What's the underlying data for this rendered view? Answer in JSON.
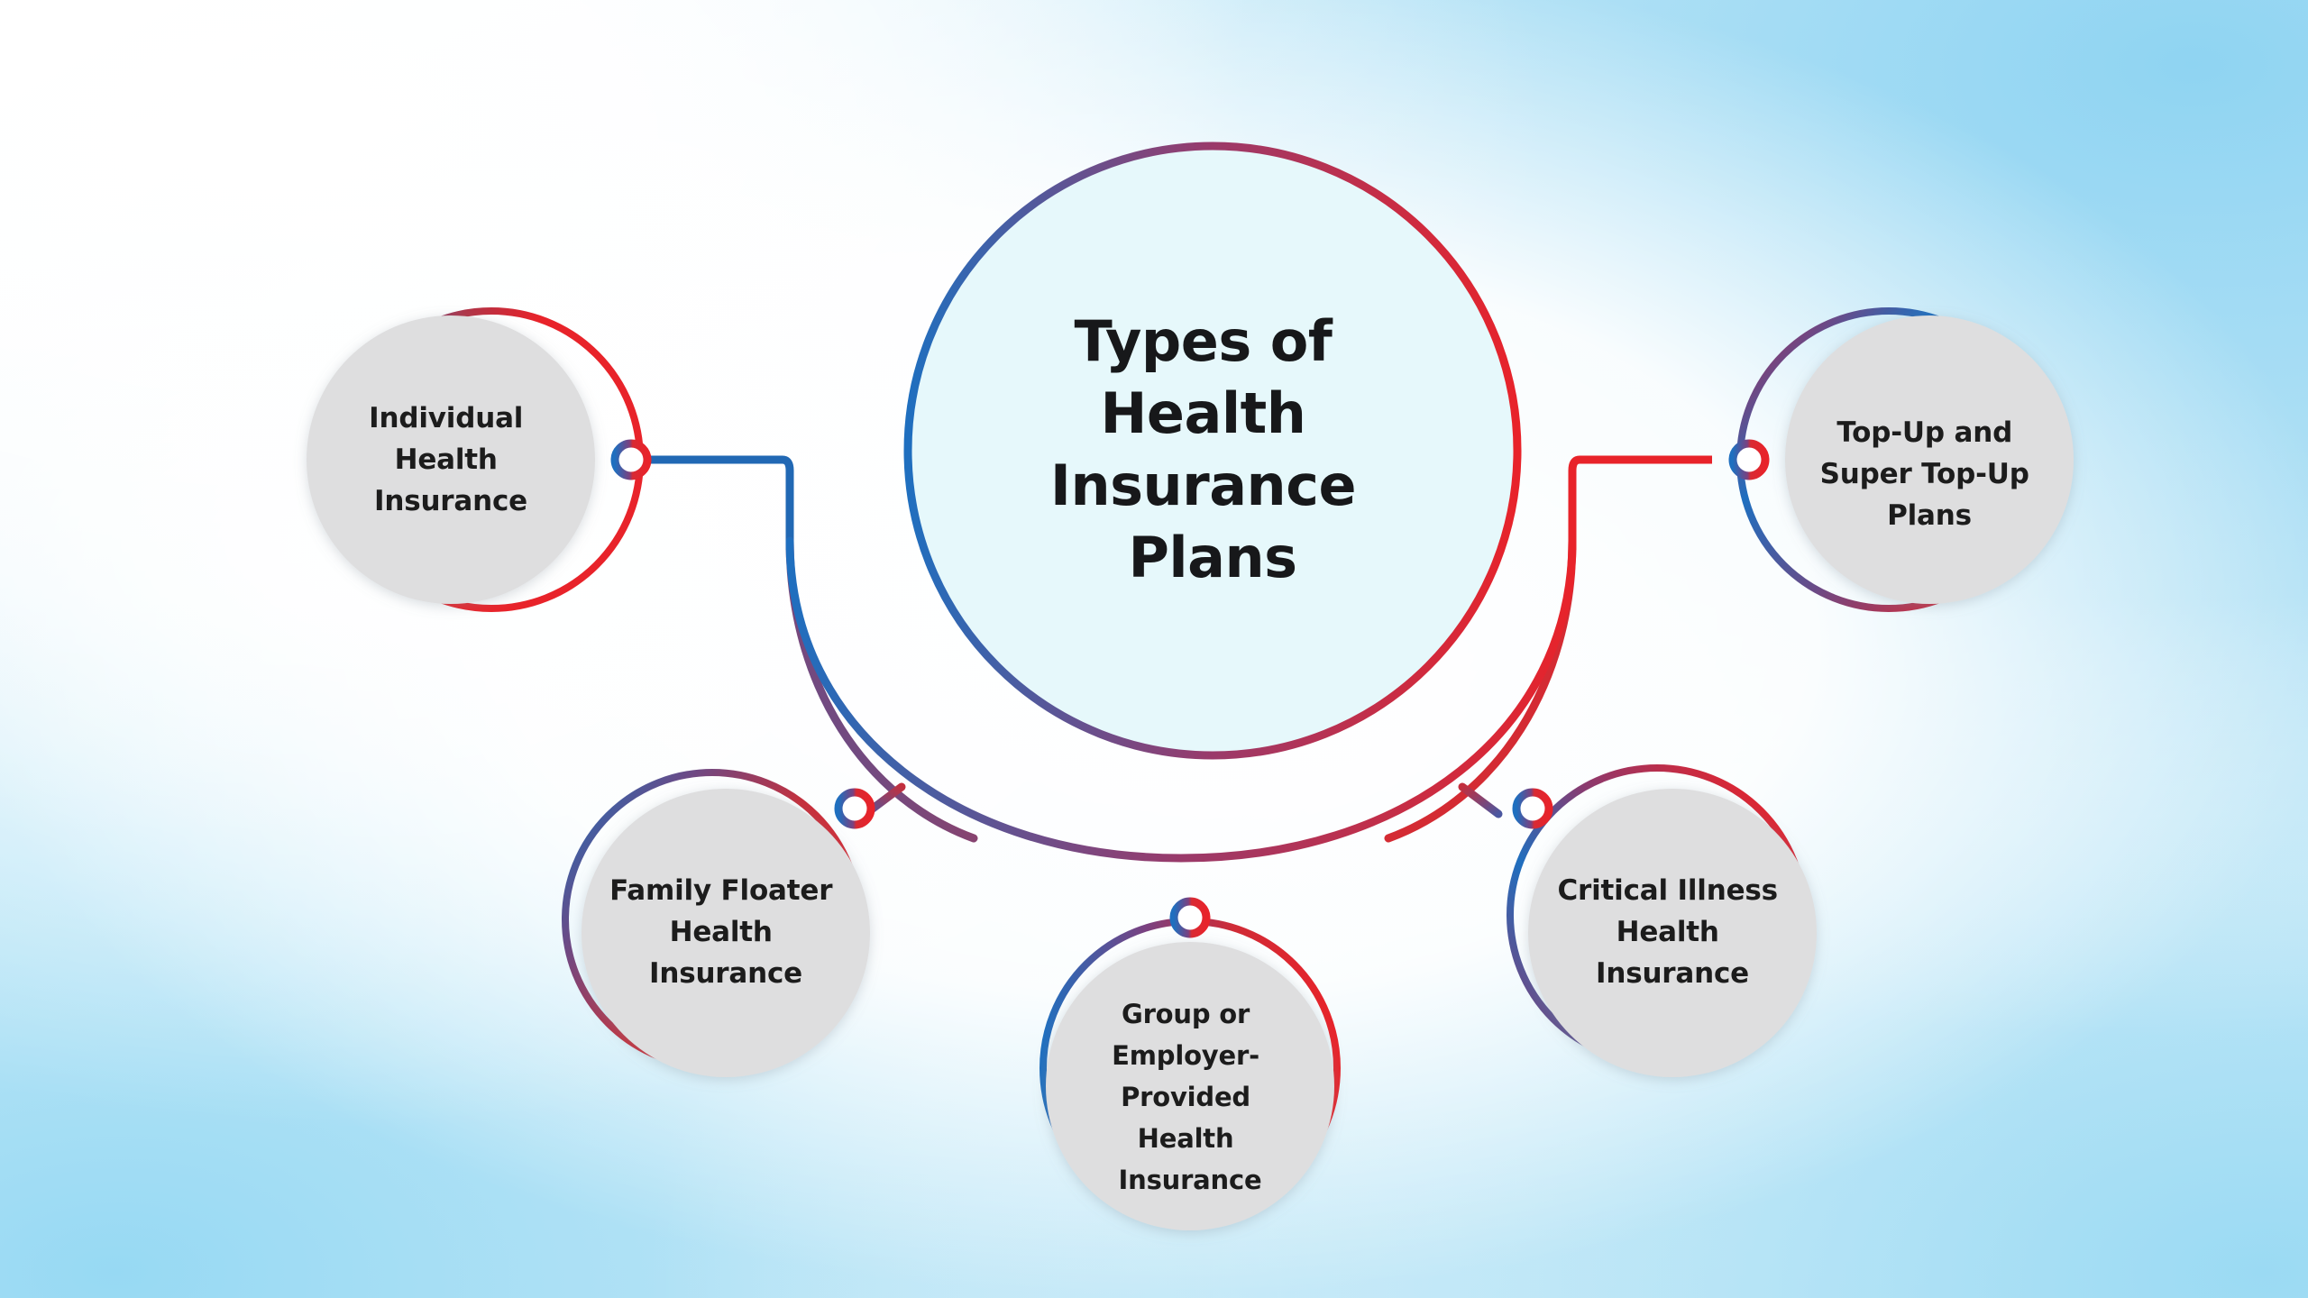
{
  "title": "Types of Health Insurance Plans",
  "center": {
    "name": "center-node",
    "lines": [
      "Types of",
      "Health",
      "Insurance",
      "Plans"
    ],
    "fill": "#e6f8fb",
    "stroke_start": "#1f6fbf",
    "stroke_end": "#e8232a"
  },
  "palette": {
    "blue": "#1f6fbf",
    "red": "#e8232a",
    "purple": "#6b4a86",
    "node_fill": "#dededf",
    "node_text": "#1c1c1c",
    "connector_fill": "#ffffff",
    "bg_light": "#fdfeff",
    "bg_blue": "#93d6f2",
    "bg_mid": "#d9eefa"
  },
  "nodes": [
    {
      "id": "individual-health-insurance",
      "lines": [
        "Individual",
        "Health",
        "Insurance"
      ],
      "position": "left"
    },
    {
      "id": "family-floater-health-insurance",
      "lines": [
        "Family Floater",
        "Health",
        "Insurance"
      ],
      "position": "bottom-left"
    },
    {
      "id": "group-or-employer-provided-health-insurance",
      "lines": [
        "Group or",
        "Employer-",
        "Provided",
        "Health",
        "Insurance"
      ],
      "position": "bottom-center"
    },
    {
      "id": "critical-illness-health-insurance",
      "lines": [
        "Critical Illness",
        "Health",
        "Insurance"
      ],
      "position": "bottom-right"
    },
    {
      "id": "top-up-and-super-top-up-plans",
      "lines": [
        "Top-Up and",
        "Super Top-Up",
        "Plans"
      ],
      "position": "right"
    }
  ]
}
